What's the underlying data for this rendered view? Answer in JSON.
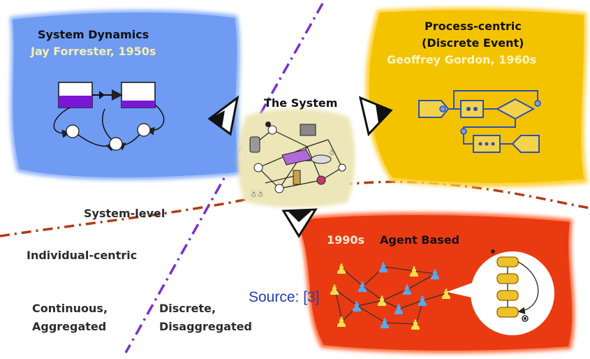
{
  "colors": {
    "system_dynamics": "#6f9bf2",
    "process_centric": "#f4c300",
    "agent_based": "#ea3a12",
    "center": "#ece6b8",
    "divider_purple": "#7b2fd0",
    "divider_red": "#b03a18",
    "source_blue": "#1f3fb3"
  },
  "system_dynamics": {
    "title": "System Dynamics",
    "subtitle": "Jay Forrester, 1950s",
    "icon": "stock-and-flow-diagram"
  },
  "process_centric": {
    "title_line1": "Process-centric",
    "title_line2": "(Discrete Event)",
    "subtitle": "Geoffrey Gordon, 1960s",
    "icon": "process-flowchart"
  },
  "agent_based": {
    "year": "1990s",
    "title": "Agent Based",
    "icon": "agent-network"
  },
  "center": {
    "title": "The System",
    "icon": "system-network"
  },
  "labels": {
    "system_level": "System-level",
    "individual_centric": "Individual-centric",
    "continuous_line1": "Continuous,",
    "continuous_line2": "Aggregated",
    "discrete_line1": "Discrete,",
    "discrete_line2": "Disaggregated"
  },
  "source": "Source: [3]"
}
